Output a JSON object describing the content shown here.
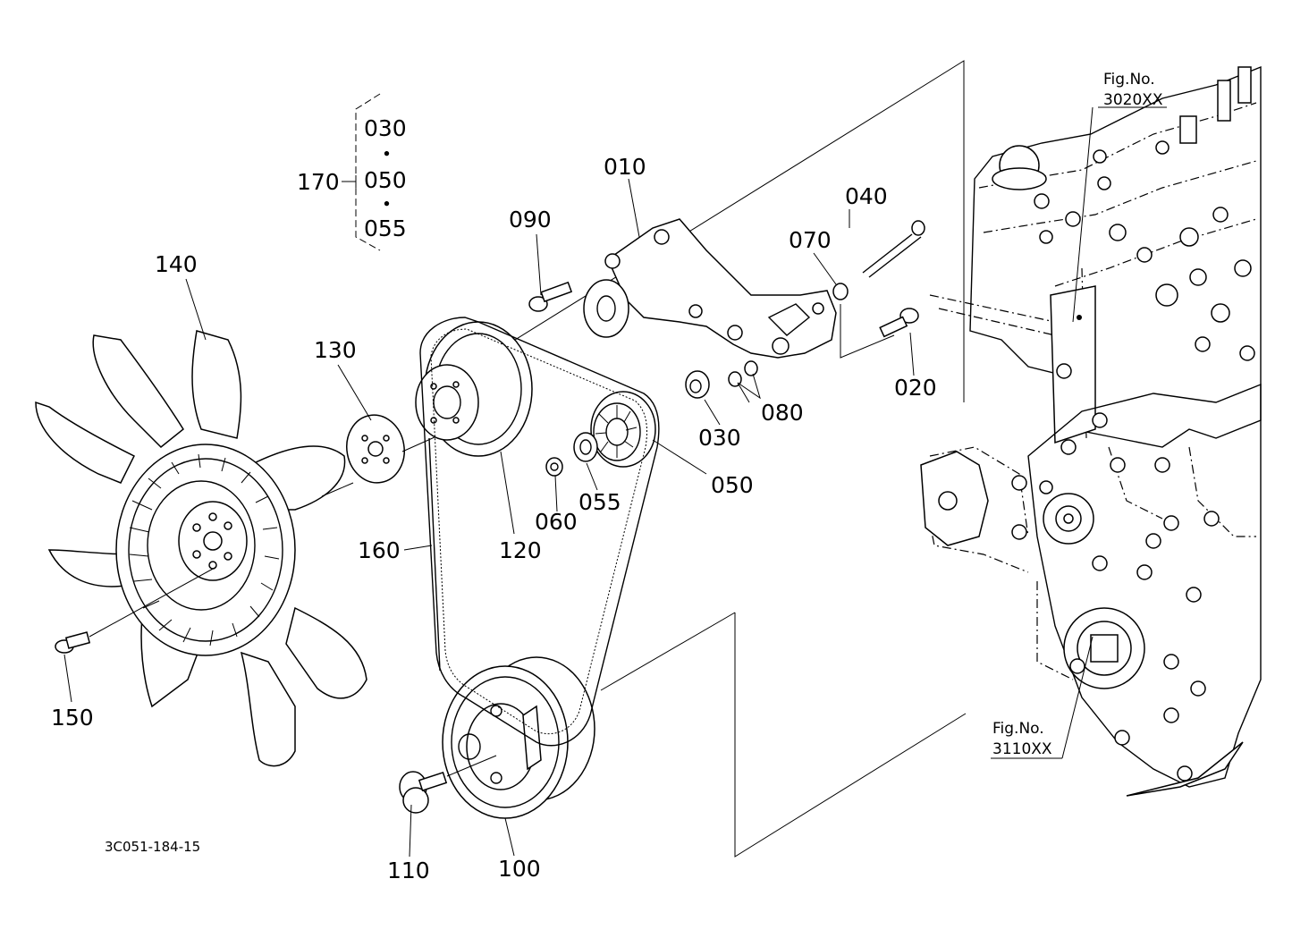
{
  "diagram": {
    "part_labels": {
      "p010": "010",
      "p020": "020",
      "p030": "030",
      "p040": "040",
      "p050": "050",
      "p055": "055",
      "p060": "060",
      "p070": "070",
      "p080": "080",
      "p090": "090",
      "p100": "100",
      "p110": "110",
      "p120": "120",
      "p130": "130",
      "p140": "140",
      "p150": "150",
      "p160": "160",
      "p170": "170"
    },
    "kit_170": {
      "item1": "030",
      "item2": "050",
      "item3": "055",
      "separator": "・"
    },
    "fig_refs": {
      "top_label": "Fig.No.",
      "top_value": "3020XX",
      "bottom_label": "Fig.No.",
      "bottom_value": "3110XX"
    },
    "drawing_code": "3C051-184-15"
  }
}
